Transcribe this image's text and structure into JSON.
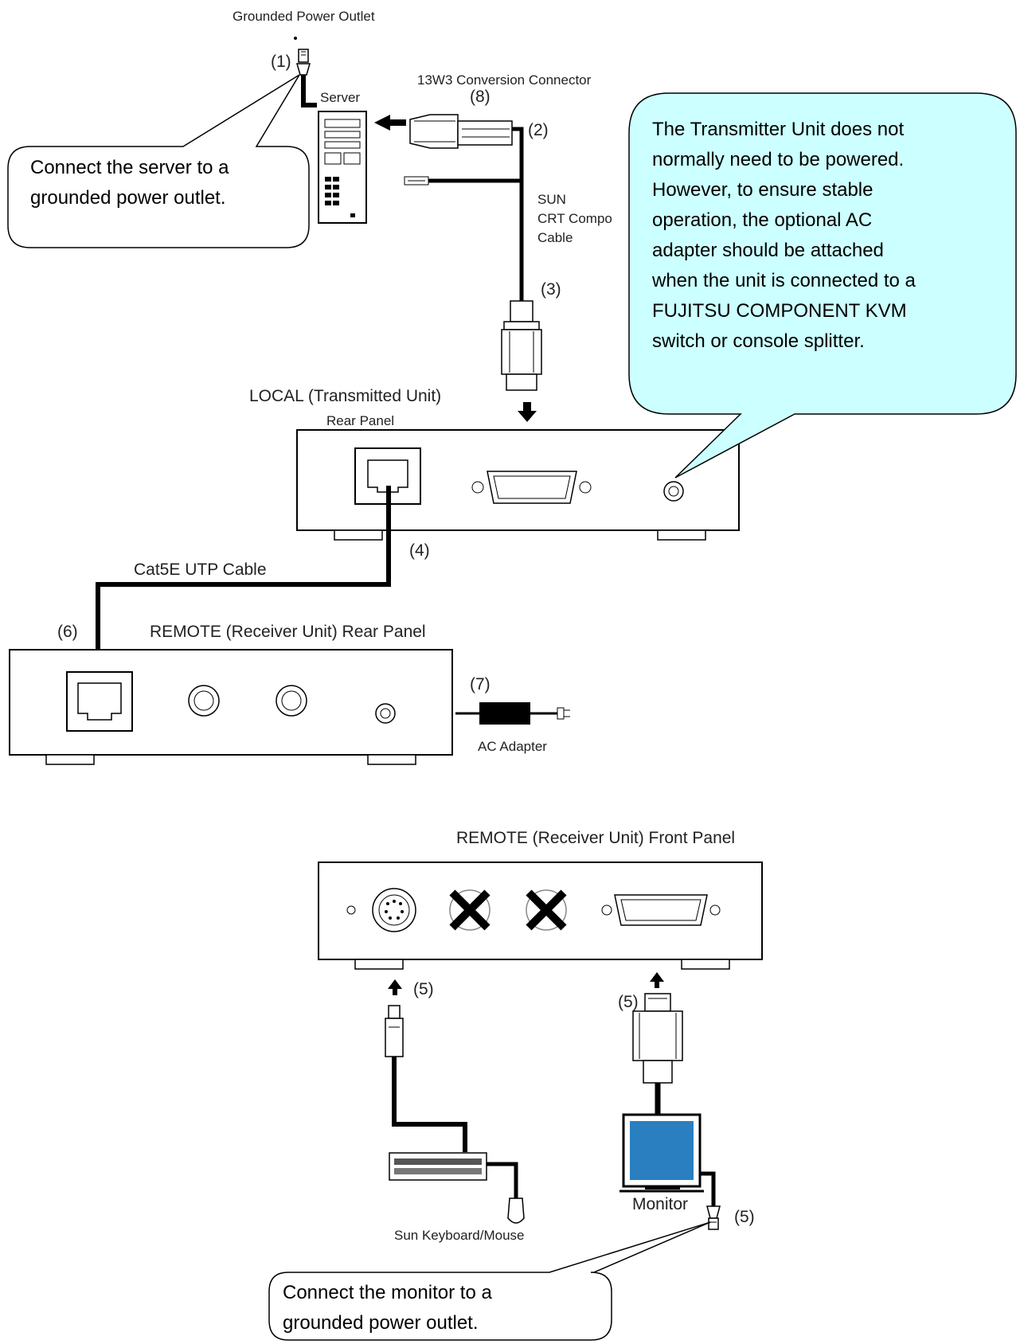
{
  "labels": {
    "grounded_power_outlet": "Grounded Power Outlet",
    "n1": "(1)",
    "server": "Server",
    "conversion_connector": "13W3 Conversion Connector",
    "n8": "(8)",
    "n2": "(2)",
    "sun_cable_1": "SUN",
    "sun_cable_2": "CRT Compo",
    "sun_cable_3": "Cable",
    "n3": "(3)",
    "local_unit": "LOCAL (Transmitted Unit)",
    "rear_panel": "Rear Panel",
    "n4": "(4)",
    "cat5e": "Cat5E UTP Cable",
    "n6": "(6)",
    "remote_rear": "REMOTE (Receiver Unit) Rear Panel",
    "n7": "(7)",
    "ac_adapter": "AC Adapter",
    "remote_front": "REMOTE (Receiver Unit) Front Panel",
    "n5_kbd": "(5)",
    "n5_mon": "(5)",
    "n5_outlet": "(5)",
    "monitor": "Monitor",
    "keyboard_mouse": "Sun Keyboard/Mouse"
  },
  "callouts": {
    "server_power": [
      "Connect the server to a",
      "grounded power outlet."
    ],
    "transmitter_power": [
      "The Transmitter Unit does not",
      "normally need to be powered.",
      "However, to ensure stable",
      "operation, the optional AC",
      "adapter should be attached",
      "when the unit is connected to a",
      "FUJITSU COMPONENT KVM",
      "switch or console splitter."
    ],
    "monitor_power": [
      "Connect the monitor to a",
      "grounded power outlet."
    ]
  },
  "colors": {
    "callout_fill": "#ccffff",
    "monitor_screen": "#2a7fc0",
    "line": "#000000"
  }
}
